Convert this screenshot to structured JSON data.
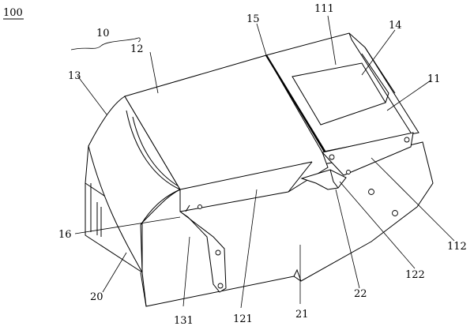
{
  "figure_label": "100",
  "labels": {
    "l10": "10",
    "l12": "12",
    "l13": "13",
    "l15": "15",
    "l111": "111",
    "l14": "14",
    "l11": "11",
    "l16": "16",
    "l20": "20",
    "l131": "131",
    "l121": "121",
    "l21": "21",
    "l22": "22",
    "l122": "122",
    "l112": "112"
  }
}
